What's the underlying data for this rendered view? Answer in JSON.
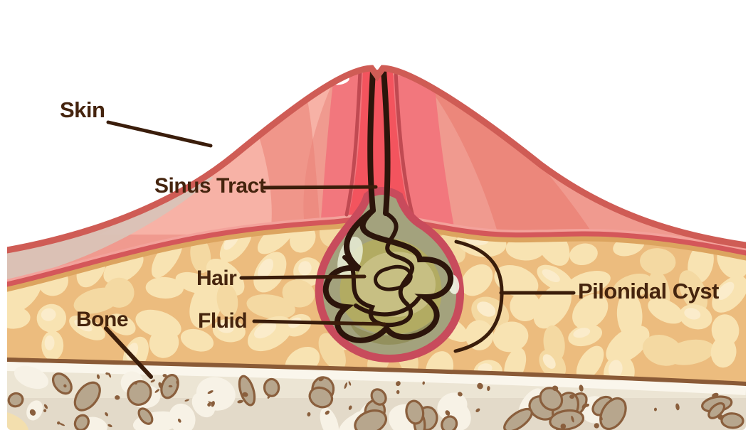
{
  "labels": {
    "skin": "Skin",
    "sinus_tract": "Sinus Tract",
    "hair": "Hair",
    "fluid": "Fluid",
    "bone": "Bone",
    "pilonidal_cyst": "Pilonidal Cyst"
  },
  "palette": {
    "label_text": "#45240e",
    "leader_line": "#3a1d0b",
    "skin_outline": "#cf5c55",
    "skin_fill": "#f09a8f",
    "skin_light": "#f7b5a9",
    "skin_dark": "#eb8478",
    "skin_shadow": "#d9c3b7",
    "inflamed_tract": "#f3545e",
    "tract_crease": "#c04a52",
    "dermis_line": "#d4575a",
    "dermis_gold": "#dca45f",
    "fat_base": "#ecbc7e",
    "fat_lobule": "#f8e3b2",
    "cyst_rim": "#c84b5c",
    "cyst_sac": "#a3a27d",
    "cyst_fluid": "#b2ab62",
    "cyst_fluid_light": "#c9c187",
    "hair_strand": "#2c150b",
    "bone_line": "#8a5a36",
    "bone_fill": "#ece5d4",
    "pebble": "#b7a68d",
    "pebble_edge": "#8a5f3d"
  }
}
